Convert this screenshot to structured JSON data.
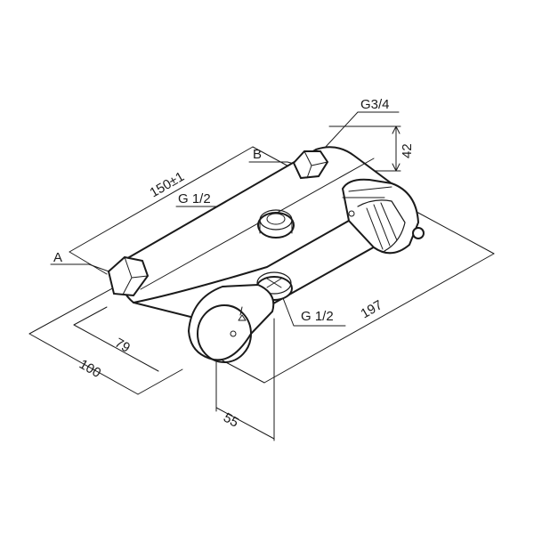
{
  "drawing": {
    "dim_length_connection": "150±1",
    "dim_total_length": "197",
    "dim_height": "42",
    "dim_depth": "100",
    "dim_offset": "79",
    "dim_width": "55",
    "thread_top_inlet": "G 1/2",
    "thread_bottom_outlet": "G 1/2",
    "thread_side": "G3/4",
    "label_a": "A",
    "label_b": "B"
  },
  "colors": {
    "line": "#1a1a1a",
    "background": "#ffffff"
  }
}
